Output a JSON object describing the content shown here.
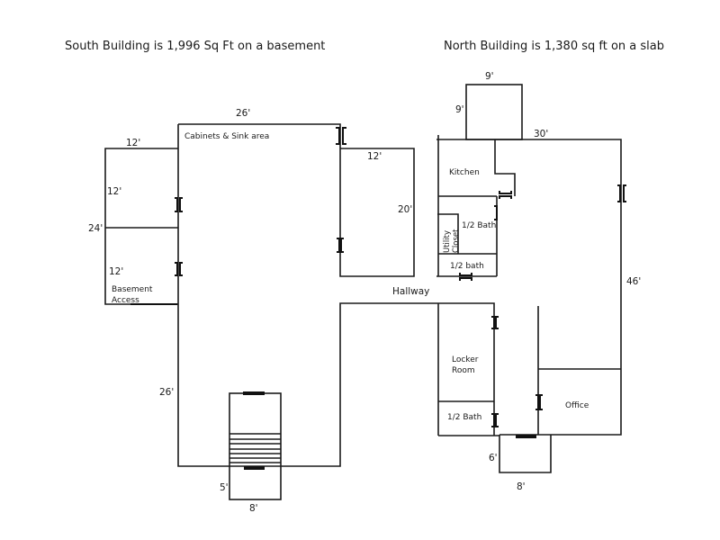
{
  "titles": {
    "south": "South Building is 1,996 Sq Ft on a basement",
    "north": "North Building is 1,380 sq ft on a slab"
  },
  "south_building": {
    "main_width": "26'",
    "main_label": "Cabinets & Sink area",
    "west_wing_width": "12'",
    "west_wing_total_height": "24'",
    "west_room_upper_height": "12'",
    "west_room_lower_height": "12'",
    "basement_label": "Basement Access",
    "east_room_width": "12'",
    "east_room_height": "20'",
    "main_height": "26'",
    "stair_depth": "5'",
    "stair_width": "8'"
  },
  "hallway_label": "Hallway",
  "north_building": {
    "bump_width": "9'",
    "bump_height": "9'",
    "width": "30'",
    "height": "46'",
    "rooms": {
      "kitchen": "Kitchen",
      "utility": "Utility Closet",
      "half_bath_1": "1/2 Bath",
      "half_bath_2": "1/2 bath",
      "locker_room": "Locker Room",
      "half_bath_3": "1/2 Bath",
      "office": "Office"
    },
    "entry_depth": "6'",
    "entry_width": "8'"
  }
}
